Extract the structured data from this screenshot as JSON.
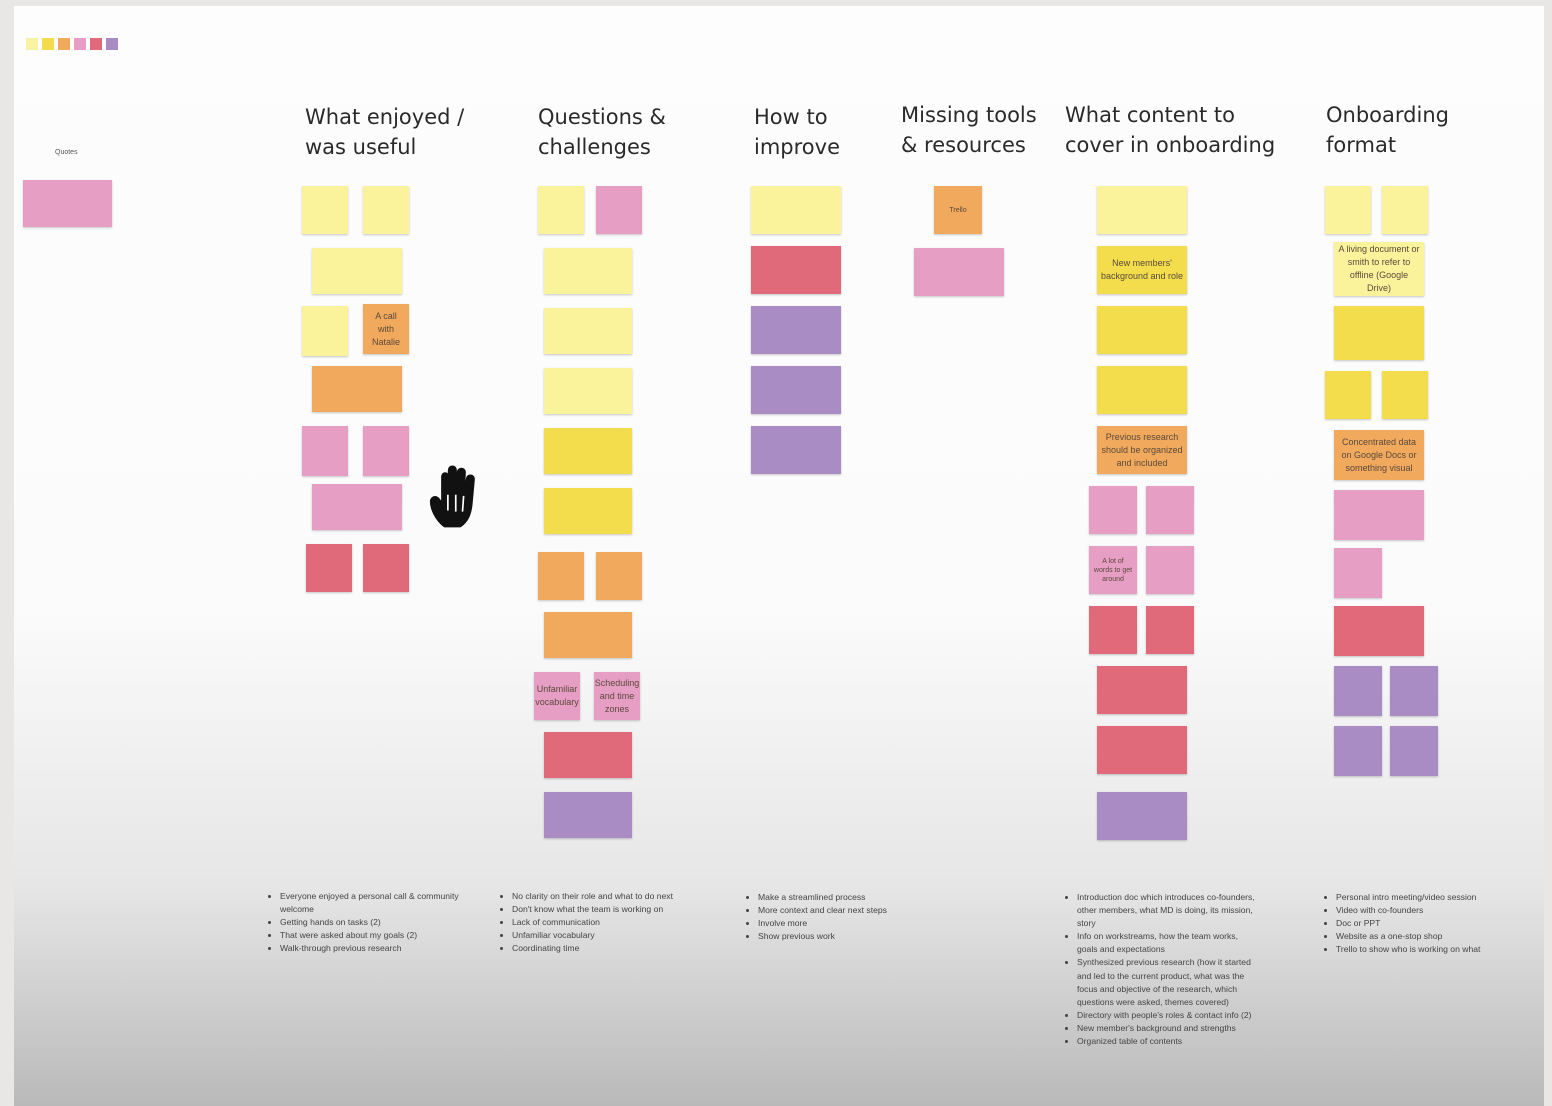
{
  "toolbar": {
    "swatches": [
      "#f8f4a2",
      "#f3dd4c",
      "#f1a95e",
      "#e79ec4",
      "#e06a7a",
      "#a98cc4"
    ]
  },
  "quotes": {
    "label": "Quotes"
  },
  "columns": [
    {
      "title": "What enjoyed /\nwas useful",
      "summary": [
        "Everyone enjoyed a personal call & community welcome",
        "Getting hands on tasks (2)",
        "That were asked about my goals (2)",
        "Walk-through previous research"
      ]
    },
    {
      "title": "Questions &\nchallenges",
      "summary": [
        "No clarity on their role and what to do next",
        "Don't know what the team is working on",
        "Lack of communication",
        "Unfamiliar vocabulary",
        "Coordinating time"
      ]
    },
    {
      "title": "How to\nimprove",
      "summary": [
        "Make a streamlined process",
        "More context and clear next steps",
        "Involve more",
        "Show previous work"
      ]
    },
    {
      "title": "Missing tools\n& resources",
      "summary": []
    },
    {
      "title": "What content to\ncover in onboarding",
      "summary": [
        "Introduction doc which introduces co-founders, other members, what MD is doing, its mission, story",
        "Info on workstreams, how the team works, goals and expectations",
        "Synthesized previous research (how it started and led to the current product, what was the focus and objective of the research, which questions were asked, themes covered)",
        "Directory with people's roles & contact info (2)",
        "New member's background and strengths",
        "Organized table of contents"
      ]
    },
    {
      "title": "Onboarding\nformat",
      "summary": [
        "Personal intro meeting/video session",
        "Video with co-founders",
        "Doc or PPT",
        "Website as a one-stop shop",
        "Trello to show who is working on what"
      ]
    }
  ],
  "notes": {
    "c1_call": "A call with Natalie",
    "c2_unfamiliar": "Unfamiliar vocabulary",
    "c2_scheduling": "Scheduling and time zones",
    "c5_background": "New members' background and role",
    "c5_research": "Previous research should be organized and included",
    "c5_lot": "A lot of words to get around",
    "c6_living_doc": "A living document or smith to refer to offline (Google Drive)",
    "c6_concentrated": "Concentrated data on Google Docs or something visual",
    "c4_tool": "Trello"
  }
}
